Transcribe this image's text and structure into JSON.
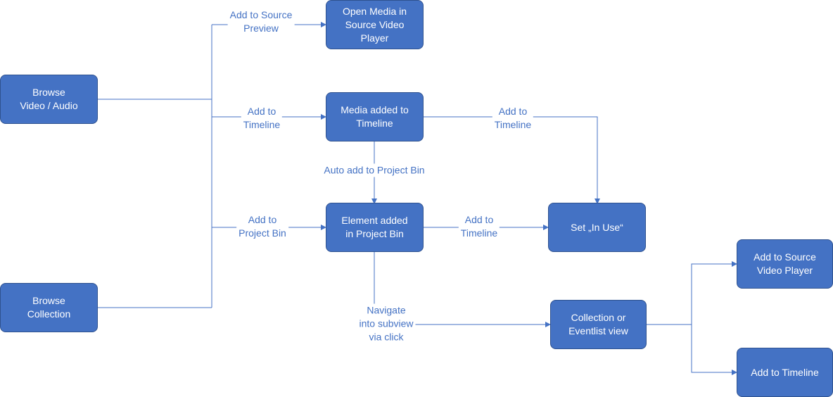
{
  "colors": {
    "node_fill": "#4472c4",
    "node_border": "#2f528f",
    "node_text": "#ffffff",
    "connector": "#4472c4",
    "edge_label": "#4472c4",
    "background": "#ffffff"
  },
  "nodes": {
    "browse_video_audio": "Browse\nVideo / Audio",
    "browse_collection": "Browse\nCollection",
    "open_media_source_player": "Open Media in\nSource Video\nPlayer",
    "media_added_timeline": "Media added to\nTimeline",
    "element_added_project_bin": "Element added\nin Project Bin",
    "set_in_use": "Set „In Use“",
    "collection_eventlist_view": "Collection or\nEventlist view",
    "add_source_video_player": "Add to Source\nVideo Player",
    "add_to_timeline_final": "Add to Timeline"
  },
  "edge_labels": {
    "add_source_preview": "Add to Source\nPreview",
    "add_timeline_1": "Add to\nTimeline",
    "add_timeline_2": "Add to\nTimeline",
    "auto_add_project_bin": "Auto add to Project Bin",
    "add_project_bin": "Add to\nProject Bin",
    "add_timeline_3": "Add to\nTimeline",
    "navigate_subview": "Navigate\ninto subview\nvia click"
  }
}
